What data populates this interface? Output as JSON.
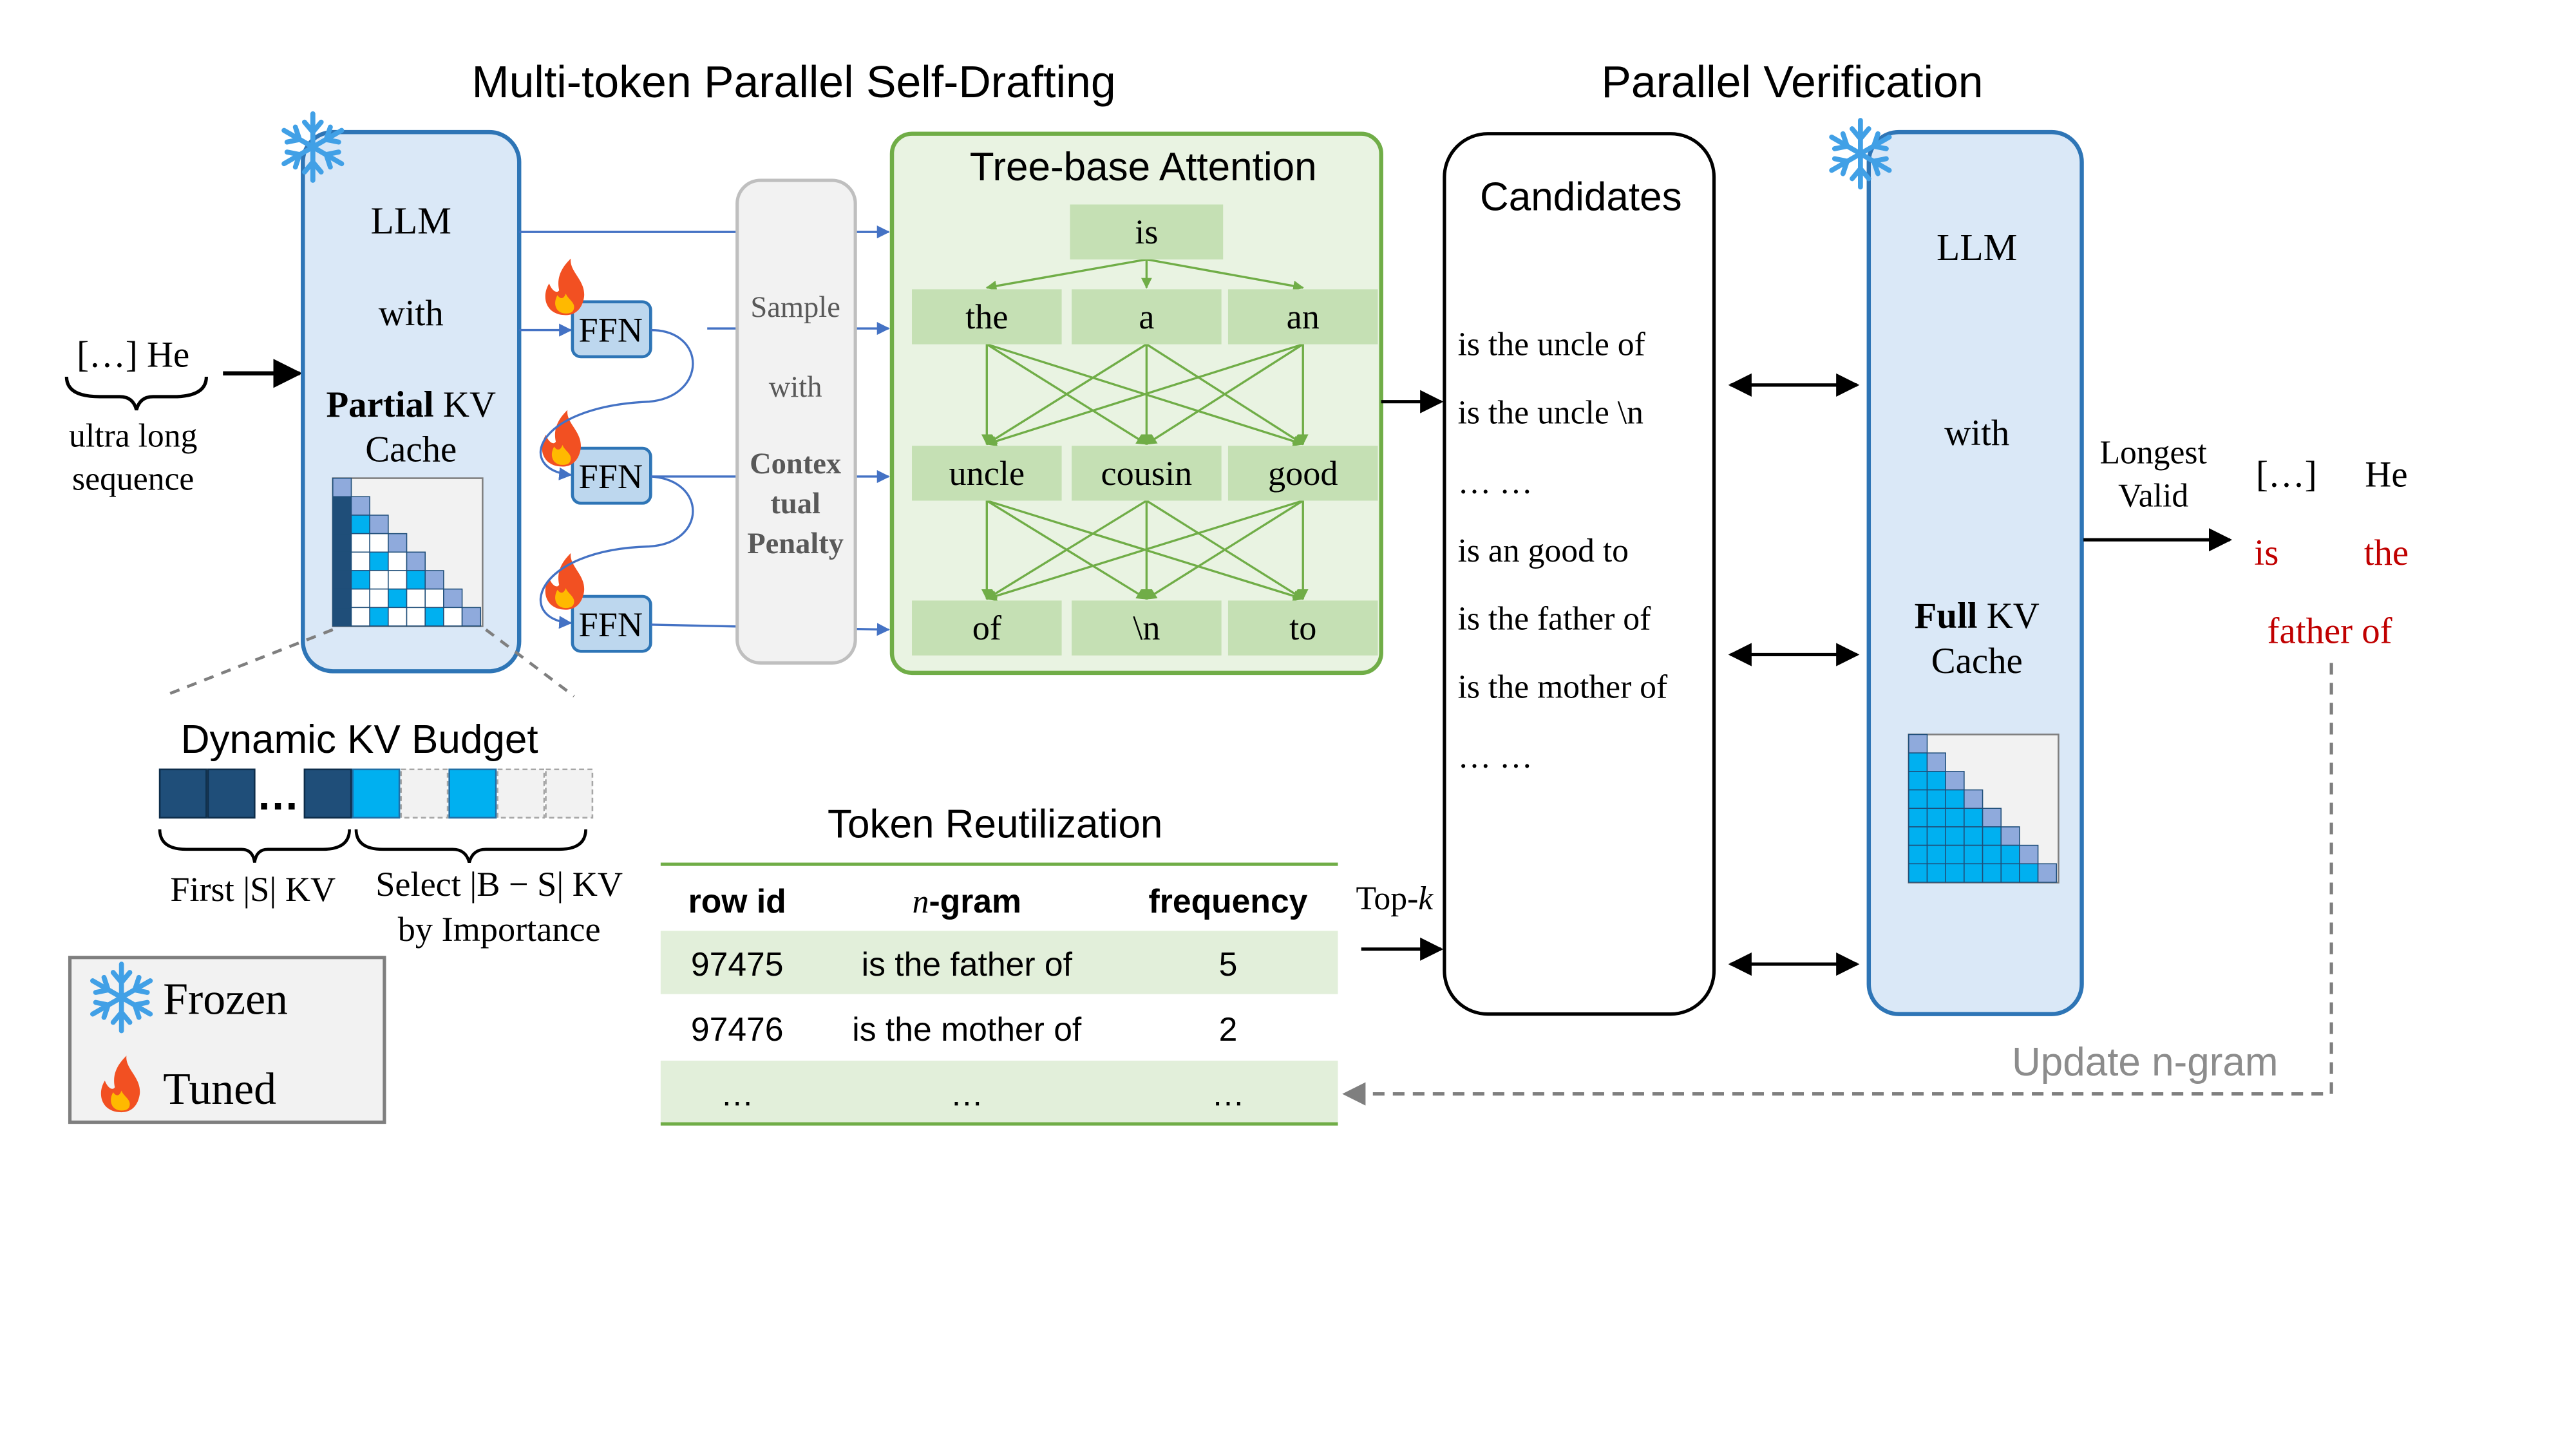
{
  "titles": {
    "self_drafting": "Multi-token Parallel Self-Drafting",
    "verification": "Parallel Verification"
  },
  "input": {
    "text": "[…] He",
    "caption_line1": "ultra long",
    "caption_line2": "sequence"
  },
  "llm_partial": {
    "title": "LLM",
    "with": "with",
    "kv_bold": "Partial",
    "kv_rest": " KV",
    "cache": "Cache"
  },
  "kv_budget": {
    "title": "Dynamic KV Budget",
    "first_label": "First |S| KV",
    "select_label": "Select |B − S| KV",
    "select_label2": "by Importance"
  },
  "legend": {
    "frozen": "Frozen",
    "tuned": "Tuned"
  },
  "ffn": {
    "label": "FFN"
  },
  "sampler": {
    "line1": "Sample",
    "line2": "with",
    "line3": "Contex",
    "line4": "tual",
    "line5": "Penalty"
  },
  "tree": {
    "title": "Tree-base Attention",
    "levels": [
      [
        "is"
      ],
      [
        "the",
        "a",
        "an"
      ],
      [
        "uncle",
        "cousin",
        "good"
      ],
      [
        "of",
        "\\n",
        "to"
      ]
    ]
  },
  "candidates": {
    "title": "Candidates",
    "items": [
      "is the uncle of",
      "is the uncle \\n",
      "… …",
      "is an good to",
      "is the father of",
      "is the mother of",
      "… …"
    ]
  },
  "llm_full": {
    "title": "LLM",
    "with": "with",
    "kv_bold": "Full",
    "kv_rest": " KV",
    "cache": "Cache"
  },
  "output": {
    "longest": "Longest",
    "valid": "Valid",
    "prefix": "[…]",
    "he": "He",
    "is": "is",
    "the": "the",
    "father_of": "father of"
  },
  "update": {
    "label": "Update n-gram"
  },
  "table": {
    "title": "Token Reutilization",
    "headers": [
      "row id",
      "-gram",
      "frequency"
    ],
    "headers_n": "n",
    "rows": [
      [
        "97475",
        "is the father of",
        "5"
      ],
      [
        "97476",
        "is the mother of",
        "2"
      ],
      [
        "…",
        "…",
        "…"
      ]
    ],
    "topk_text": "Top-",
    "topk_k": "k"
  },
  "colors": {
    "llm_fill": "#dae8f7",
    "llm_border": "#2e75b6",
    "tree_fill": "#e9f3e2",
    "tree_border": "#70ad47",
    "node_fill": "#c5e0b4",
    "output_red": "#c00000",
    "kv_dark": "#1f4e79",
    "kv_light": "#8faadc",
    "kv_cyan": "#00b0f0"
  }
}
